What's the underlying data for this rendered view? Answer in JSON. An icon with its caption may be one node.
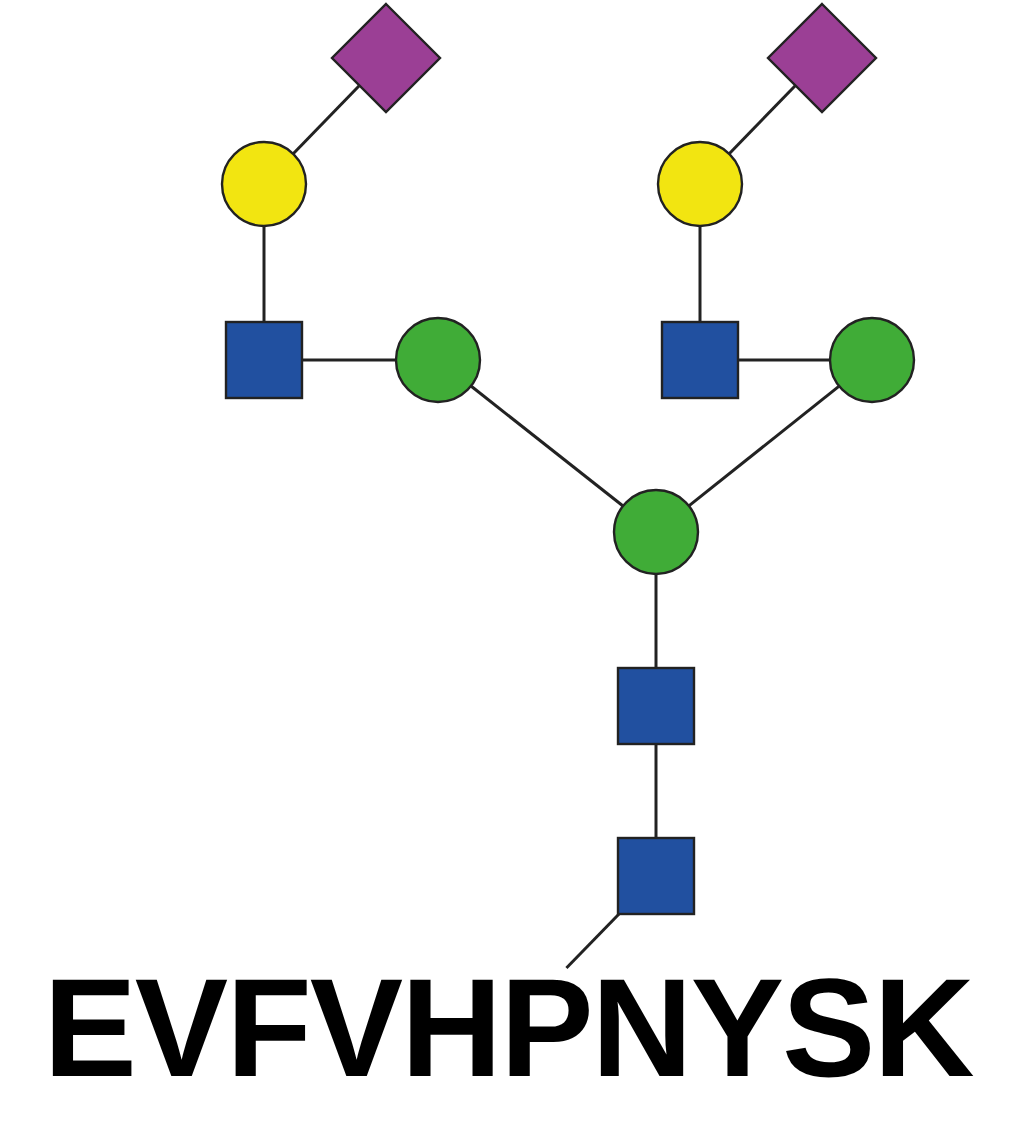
{
  "diagram": {
    "nodes": [
      {
        "text": [],
        "shape": "diamond"
      },
      {
        "text": [],
        "shape": "diamond"
      },
      {
        "text": [],
        "shape": "circle"
      },
      {
        "text": [],
        "shape": "circle"
      },
      {
        "text": [],
        "shape": "box"
      },
      {
        "text": [],
        "shape": "circle"
      },
      {
        "text": [],
        "shape": "box"
      },
      {
        "text": [],
        "shape": "circle"
      },
      {
        "text": [],
        "shape": "circle"
      },
      {
        "text": [],
        "shape": "box"
      },
      {
        "text": [],
        "shape": "box"
      },
      {
        "text": [
          "EVFVHPNYSK"
        ]
      }
    ],
    "edges": [
      {
        "from": 0,
        "to": 2,
        "arrow": "none"
      },
      {
        "from": 1,
        "to": 3,
        "arrow": "none"
      },
      {
        "from": 2,
        "to": 4,
        "arrow": "none"
      },
      {
        "from": 3,
        "to": 6,
        "arrow": "none"
      },
      {
        "from": 5,
        "to": 4,
        "arrow": "none"
      },
      {
        "from": 7,
        "to": 6,
        "arrow": "none"
      },
      {
        "from": 5,
        "to": 8,
        "arrow": "none"
      },
      {
        "from": 7,
        "to": 8,
        "arrow": "none"
      },
      {
        "from": 8,
        "to": 9,
        "arrow": "none"
      },
      {
        "from": 9,
        "to": 10,
        "arrow": "none"
      },
      {
        "from": 10,
        "to": 11,
        "arrow": "none"
      }
    ]
  }
}
